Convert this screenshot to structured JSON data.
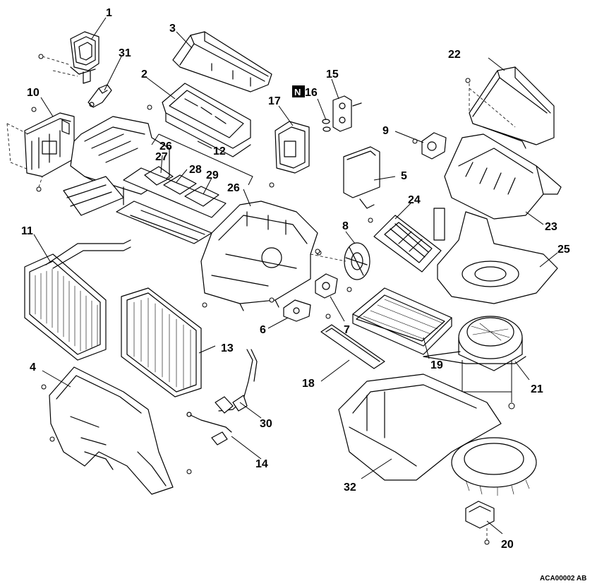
{
  "diagram": {
    "callouts": [
      "1",
      "2",
      "3",
      "4",
      "5",
      "6",
      "7",
      "8",
      "9",
      "10",
      "11",
      "12",
      "13",
      "14",
      "15",
      "16",
      "17",
      "18",
      "19",
      "20",
      "21",
      "22",
      "23",
      "24",
      "25",
      "26",
      "27",
      "28",
      "29",
      "30",
      "31",
      "32"
    ],
    "extra_callout": "26",
    "special_mark": "N",
    "code": "ACA00002 AB"
  }
}
